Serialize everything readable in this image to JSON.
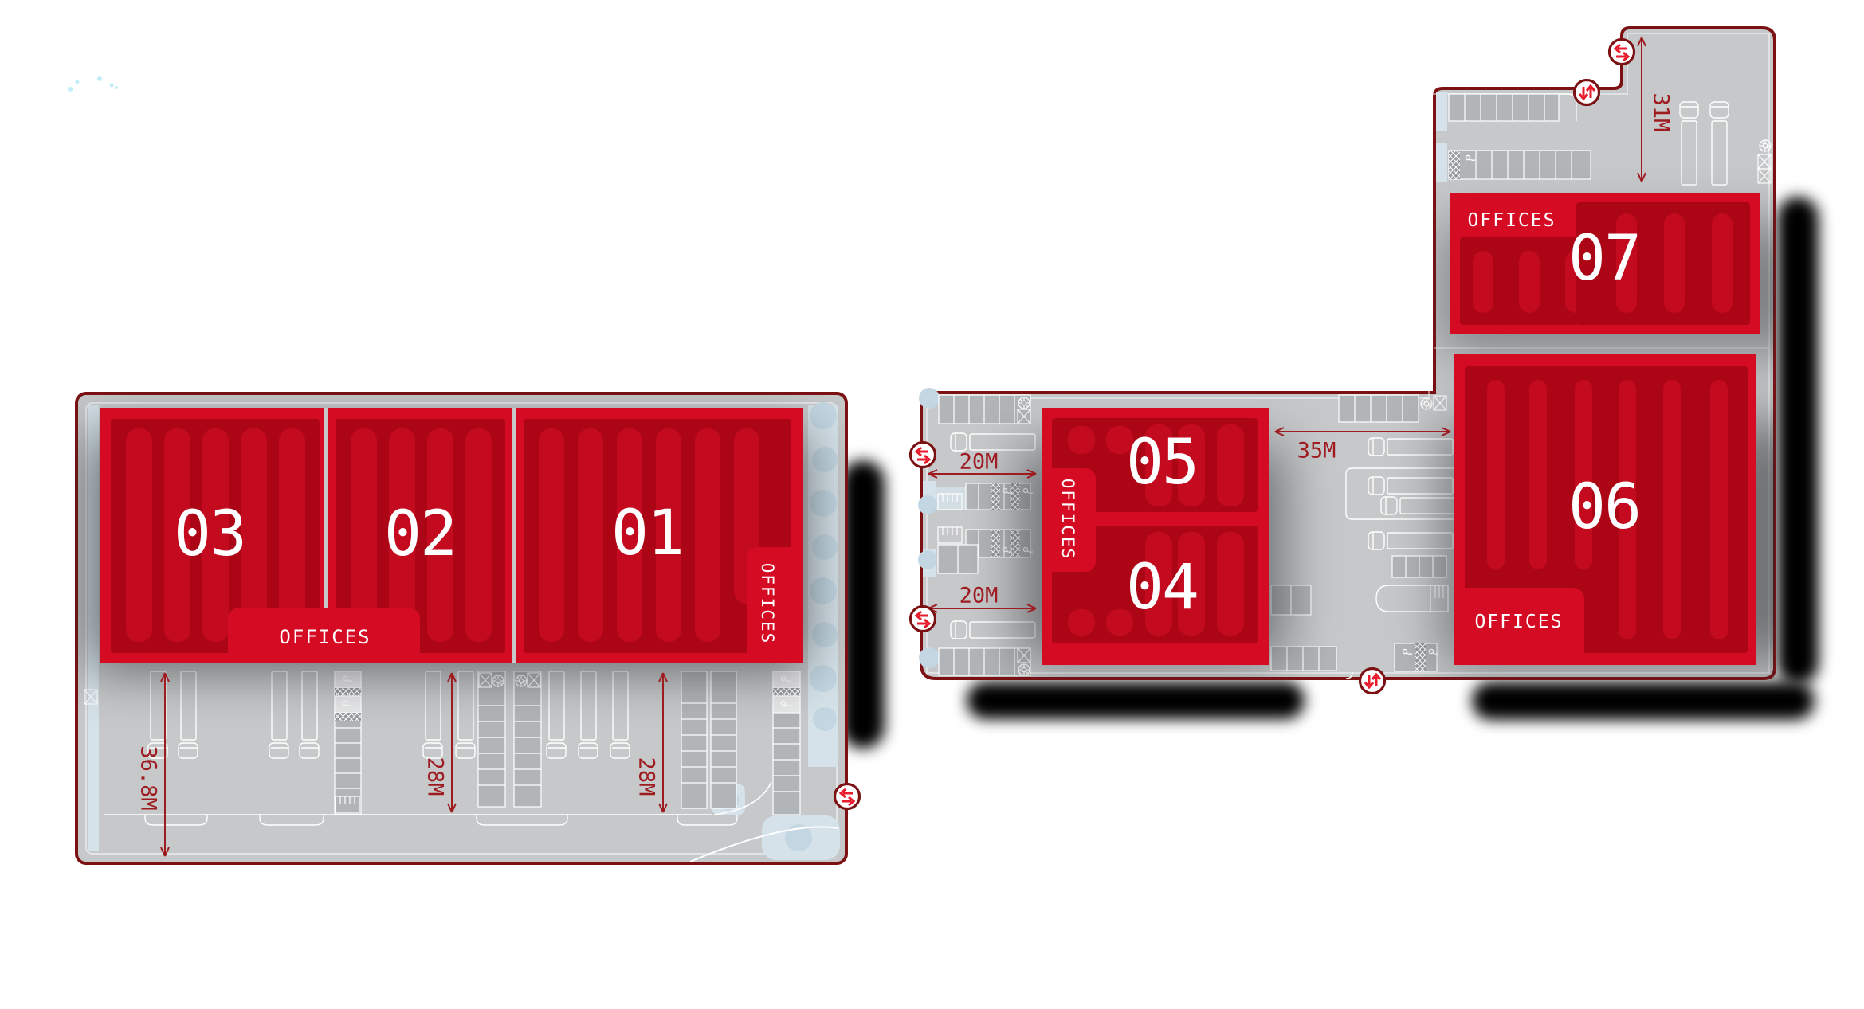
{
  "plan": {
    "type": "industrial-estate-site-plan",
    "units": [
      {
        "number": "01"
      },
      {
        "number": "02"
      },
      {
        "number": "03"
      },
      {
        "number": "04"
      },
      {
        "number": "05"
      },
      {
        "number": "06"
      },
      {
        "number": "07"
      }
    ],
    "offices_labels": {
      "units_03_02": "OFFICES",
      "unit_01": "OFFICES",
      "units_04_05": "OFFICES",
      "unit_06": "OFFICES",
      "unit_07": "OFFICES"
    },
    "dimensions": {
      "left_yard_depth": "36.8M",
      "left_yard_west": "28M",
      "left_yard_east": "28M",
      "north_yard_upper": "20M",
      "north_yard_lower": "20M",
      "central_yard": "35M",
      "east_yard": "31M"
    },
    "icons": [
      {
        "name": "swap-arrows-horizontal-icon",
        "count": 4
      },
      {
        "name": "swap-arrows-vertical-icon",
        "count": 2
      }
    ],
    "colors": {
      "unit_red": "#d50b24",
      "unit_panel_red": "#ab0516",
      "unit_bar_red": "#c30a1e",
      "outline_dark_red": "#7c1114",
      "dimension_red": "#9e1b20",
      "site_gray": "#c6c8ca",
      "parking_gray": "#b2b5b7",
      "landscape_blue": "#d5e2e9",
      "tree_blue": "#c3d7e2",
      "shadow_black": "#000000",
      "text_white": "#ffffff"
    }
  }
}
